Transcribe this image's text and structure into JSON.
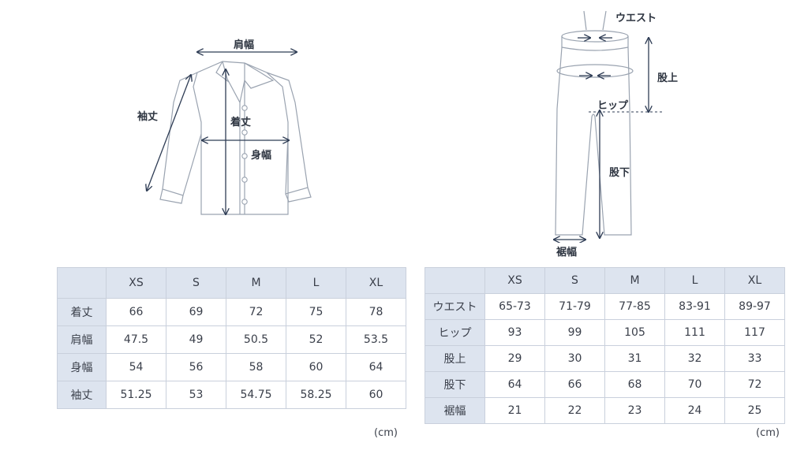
{
  "top": {
    "labels": {
      "shoulder": "肩幅",
      "sleeve": "袖丈",
      "length": "着丈",
      "chest": "身幅"
    },
    "table": {
      "headers": [
        "",
        "XS",
        "S",
        "M",
        "L",
        "XL"
      ],
      "rows": [
        {
          "label": "着丈",
          "values": [
            "66",
            "69",
            "72",
            "75",
            "78"
          ]
        },
        {
          "label": "肩幅",
          "values": [
            "47.5",
            "49",
            "50.5",
            "52",
            "53.5"
          ]
        },
        {
          "label": "身幅",
          "values": [
            "54",
            "56",
            "58",
            "60",
            "64"
          ]
        },
        {
          "label": "袖丈",
          "values": [
            "51.25",
            "53",
            "54.75",
            "58.25",
            "60"
          ]
        }
      ]
    },
    "unit": "(cm)"
  },
  "bottom": {
    "labels": {
      "waist": "ウエスト",
      "rise": "股上",
      "hip": "ヒップ",
      "inseam": "股下",
      "hem": "裾幅"
    },
    "table": {
      "headers": [
        "",
        "XS",
        "S",
        "M",
        "L",
        "XL"
      ],
      "rows": [
        {
          "label": "ウエスト",
          "values": [
            "65-73",
            "71-79",
            "77-85",
            "83-91",
            "89-97"
          ]
        },
        {
          "label": "ヒップ",
          "values": [
            "93",
            "99",
            "105",
            "111",
            "117"
          ]
        },
        {
          "label": "股上",
          "values": [
            "29",
            "30",
            "31",
            "32",
            "33"
          ]
        },
        {
          "label": "股下",
          "values": [
            "64",
            "66",
            "68",
            "70",
            "72"
          ]
        },
        {
          "label": "裾幅",
          "values": [
            "21",
            "22",
            "23",
            "24",
            "25"
          ]
        }
      ]
    },
    "unit": "(cm)"
  },
  "colors": {
    "header_bg": "#dde4ef",
    "border": "#c9d0dc",
    "line_art": "#9aa3b0",
    "arrow": "#2f3d55"
  }
}
